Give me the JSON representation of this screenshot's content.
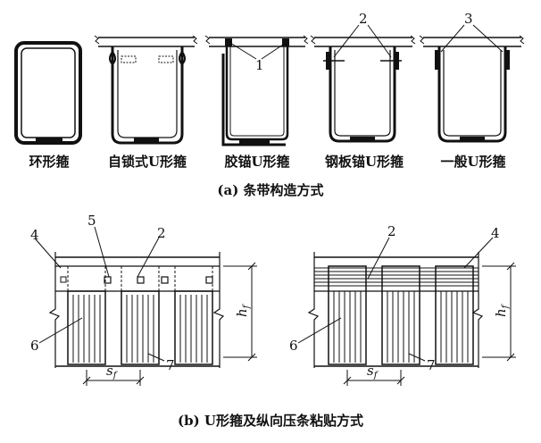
{
  "part_a": {
    "labels": [
      "环形箍",
      "自锁式U形箍",
      "胶锚U形箍",
      "钢板锚U形箍",
      "一般U形箍"
    ],
    "caption": "(a) 条带构造方式",
    "markers": {
      "m1": "1",
      "m2": "2",
      "m3": "3"
    }
  },
  "part_b": {
    "caption": "(b) U形箍及纵向压条粘贴方式",
    "markers": {
      "m4": "4",
      "m5": "5",
      "m2": "2",
      "m6": "6",
      "m7": "7"
    },
    "spacing_main": "s",
    "spacing_sub": "f",
    "height_main": "h",
    "height_sub": "f"
  }
}
